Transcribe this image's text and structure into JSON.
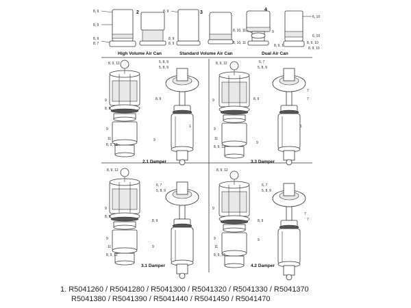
{
  "panels": {
    "high_volume_can": "High Volume Air Can",
    "standard_volume_can": "Standard Volume Air Can",
    "dual_air_can": "Dual Air Can",
    "damper_21": "2.1 Damper",
    "damper_33": "3.3 Damper",
    "damper_31": "3.1 Damper",
    "damper_42": "4.2 Damper"
  },
  "index": {
    "n2": "2",
    "n3": "3",
    "n4": "4"
  },
  "callouts": {
    "c89": "8, 9",
    "c8910": "8, 9, 10",
    "c8912": "8, 9, 12",
    "c591": "5, 8, 9",
    "c67": "6, 7",
    "c610": "6, 10",
    "c8911": "8, 10, 11",
    "c8910b": "8, 9, 10",
    "c9": "9",
    "c11": "11",
    "c7": "7",
    "c1": "1",
    "c87": "8, 7",
    "c8": "8",
    "c88": "8, 9"
  },
  "footer": {
    "line1": "1. R5041260 / R5041280 / R5041300 / R5041320 / R5041330 / R5041370",
    "line2": "R5041380 / R5041390 / R5041440 / R5041450 / R5041470"
  }
}
